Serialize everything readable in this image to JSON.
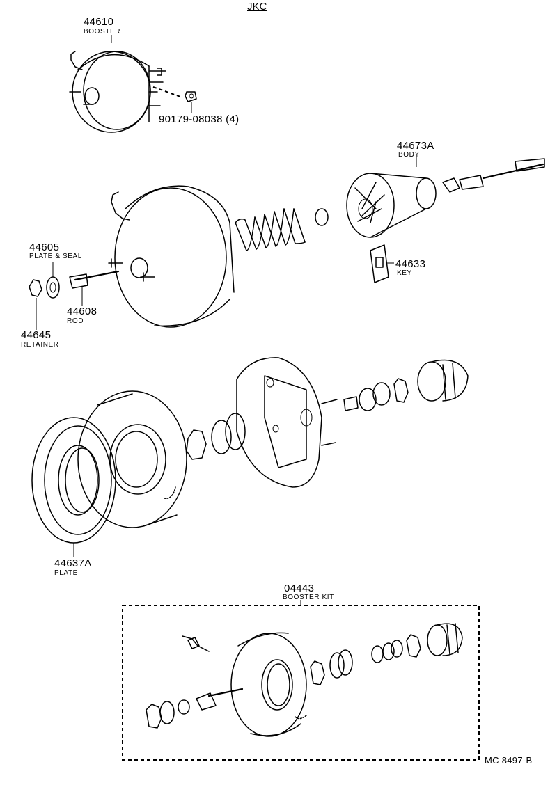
{
  "header": {
    "code": "JKC"
  },
  "parts": [
    {
      "number": "44610",
      "name": "BOOSTER"
    },
    {
      "number": "90179-08038 (4)",
      "name": ""
    },
    {
      "number": "44673A",
      "name": "BODY"
    },
    {
      "number": "44633",
      "name": "KEY"
    },
    {
      "number": "44605",
      "name": "PLATE & SEAL"
    },
    {
      "number": "44608",
      "name": "ROD"
    },
    {
      "number": "44645",
      "name": "RETAINER"
    },
    {
      "number": "44637A",
      "name": "PLATE"
    },
    {
      "number": "04443",
      "name": "BOOSTER KIT"
    }
  ],
  "footer": {
    "ref": "MC  8497-B"
  }
}
